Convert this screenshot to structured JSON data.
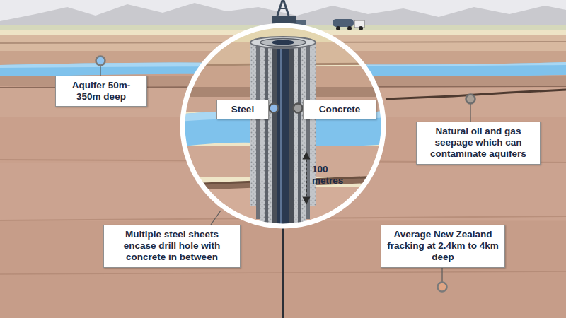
{
  "diagram": {
    "nodes": [
      {
        "text": [
          "Aquifer 50m-350m deep"
        ]
      },
      {
        "text": [
          "Steel"
        ]
      },
      {
        "text": [
          "Concrete"
        ]
      },
      {
        "text": [
          "Natural oil and gas seepage which can contaminate aquifers"
        ]
      },
      {
        "text": [
          "Multiple steel sheets encase drill hole with concrete in between"
        ]
      },
      {
        "text": [
          "Average New Zealand fracking at 2.4km to 4km deep"
        ]
      }
    ],
    "labels": [
      "100 metres"
    ]
  }
}
